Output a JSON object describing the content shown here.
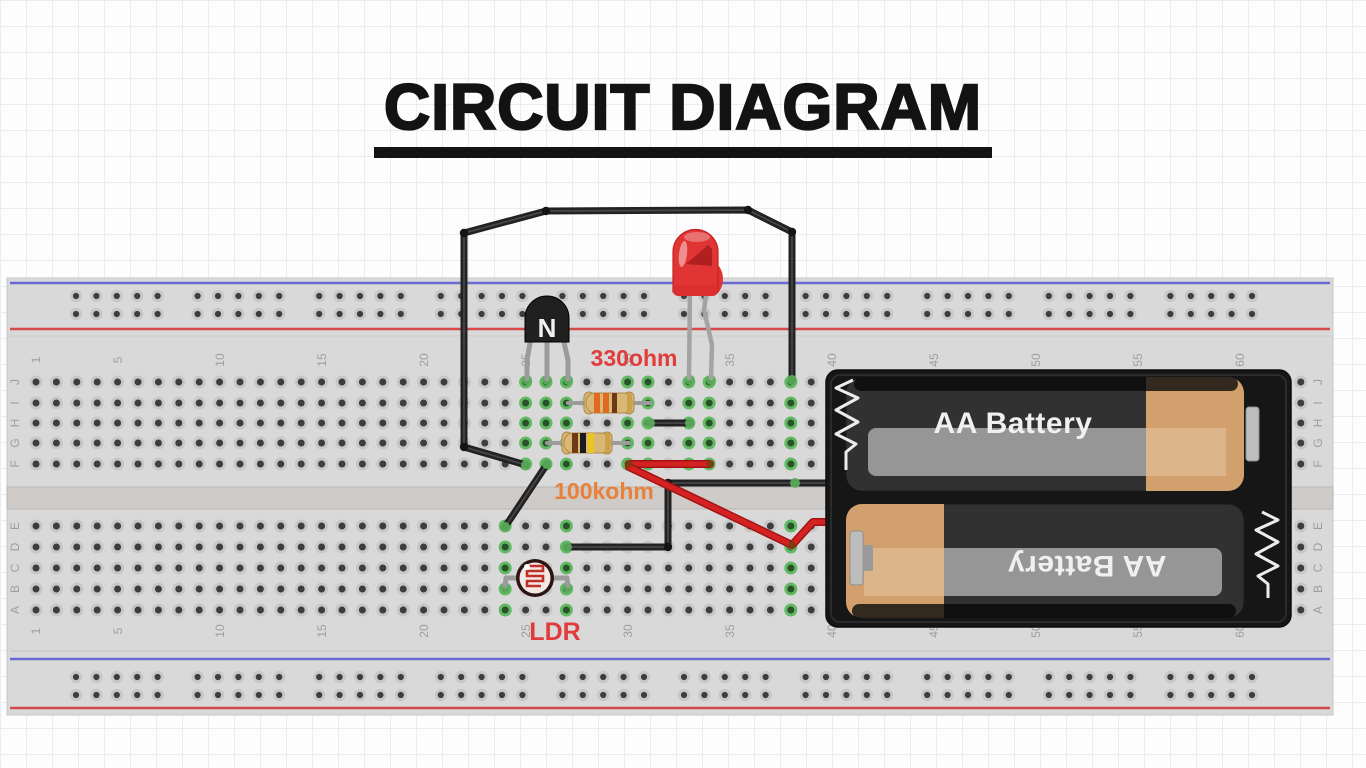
{
  "title": "CIRCUIT DIAGRAM",
  "labels": {
    "resistor_330": "330ohm",
    "resistor_100k": "100kohm",
    "ldr": "LDR",
    "battery_top": "AA Battery",
    "battery_bottom": "AA Battery"
  },
  "components": [
    {
      "name": "npn-transistor",
      "marking": "N"
    },
    {
      "name": "red-led"
    },
    {
      "name": "resistor",
      "value_label": "330ohm",
      "bands": [
        "orange",
        "orange",
        "brown",
        "gold"
      ]
    },
    {
      "name": "resistor",
      "value_label": "100kohm",
      "bands": [
        "brown",
        "black",
        "yellow",
        "gold"
      ]
    },
    {
      "name": "ldr",
      "label": "LDR"
    },
    {
      "name": "battery-holder",
      "battery_label": "AA Battery",
      "battery_count": 2
    }
  ],
  "breadboard": {
    "total_columns": 63,
    "column_numbers": [
      1,
      5,
      10,
      15,
      20,
      25,
      30,
      35,
      40,
      45,
      50,
      55,
      60
    ],
    "row_letters_top": [
      "J",
      "I",
      "H",
      "G",
      "F"
    ],
    "row_letters_bottom": [
      "E",
      "D",
      "C",
      "B",
      "A"
    ],
    "green_columns_top": [
      25,
      26,
      27,
      30,
      31,
      33,
      34,
      38
    ],
    "green_columns_bottom": [
      24,
      27,
      38
    ]
  },
  "colors": {
    "board": "#d9d9d9",
    "channel": "#cfcbc8",
    "rail_blue": "#6a6ad4",
    "rail_red": "#d24a4a",
    "hole_dark": "#3d3d3d",
    "hole_ring": "#c7c7c7",
    "hole_green_ring": "#63b863",
    "hole_green_dark": "#2a522a",
    "wire_black": "#222222",
    "wire_red": "#d42222",
    "wire_red_dark": "#9e1212",
    "lead_gray": "#9b9b9b",
    "label_gray": "#9e9e9e",
    "resistor_body": "#d9b877",
    "band_orange": "#e06a1f",
    "band_brown": "#6e3a16",
    "band_black": "#1c1c1c",
    "band_yellow": "#e8c81f",
    "band_gold": "#c9a24a",
    "led_red": "#e13434",
    "transistor_black": "#202020",
    "battery_case": "#161616",
    "battery_body": "#313131",
    "battery_tan": "#d2a06c",
    "battery_band": "#969696",
    "spring_white": "#ececec"
  }
}
